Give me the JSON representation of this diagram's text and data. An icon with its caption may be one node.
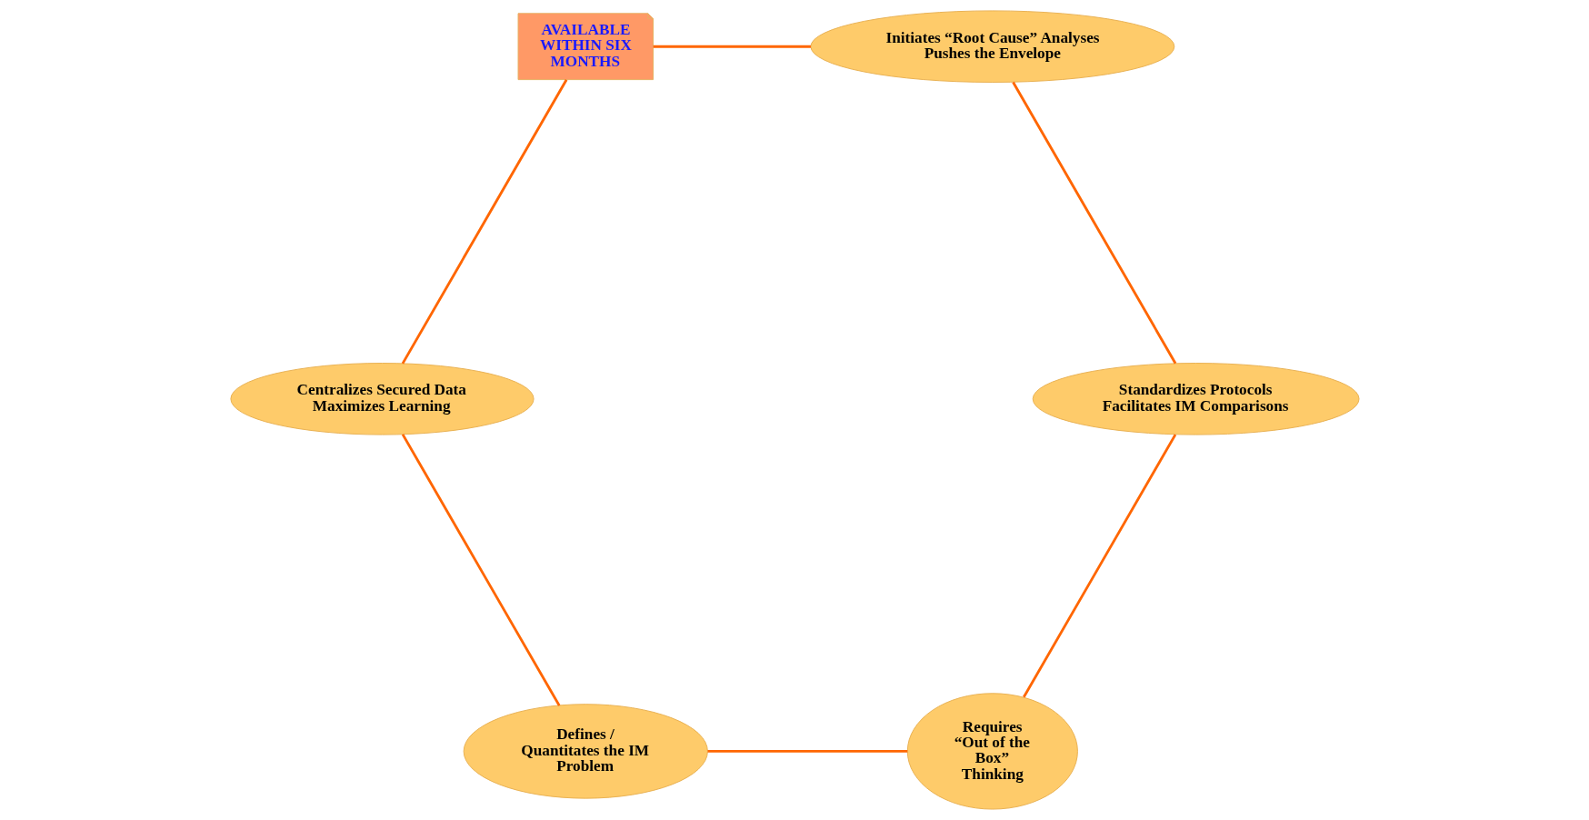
{
  "diagram": {
    "nodes": [
      {
        "text": [
          "Requires “Out of the Box” Thinking"
        ]
      },
      {
        "text": [
          "Defines / Quantitates the IM Problem"
        ]
      },
      {
        "text": [
          "Standardizes Protocols Facilitates IM Comparisons"
        ]
      },
      {
        "text": [
          "Centralizes Secured Data Maximizes Learning"
        ]
      },
      {
        "text": [
          "Initiates “Root Cause” Analyses Pushes the Envelope"
        ]
      },
      {
        "text": [
          "AVAILABLE WITHIN SIX MONTHS"
        ]
      }
    ],
    "edges": [
      {
        "from": 0,
        "to": 1,
        "arrow": "none"
      },
      {
        "from": 1,
        "to": 3,
        "arrow": "none"
      },
      {
        "from": 3,
        "to": 5,
        "arrow": "none"
      },
      {
        "from": 5,
        "to": 4,
        "arrow": "none"
      },
      {
        "from": 4,
        "to": 2,
        "arrow": "none"
      },
      {
        "from": 2,
        "to": 0,
        "arrow": "none"
      }
    ]
  }
}
